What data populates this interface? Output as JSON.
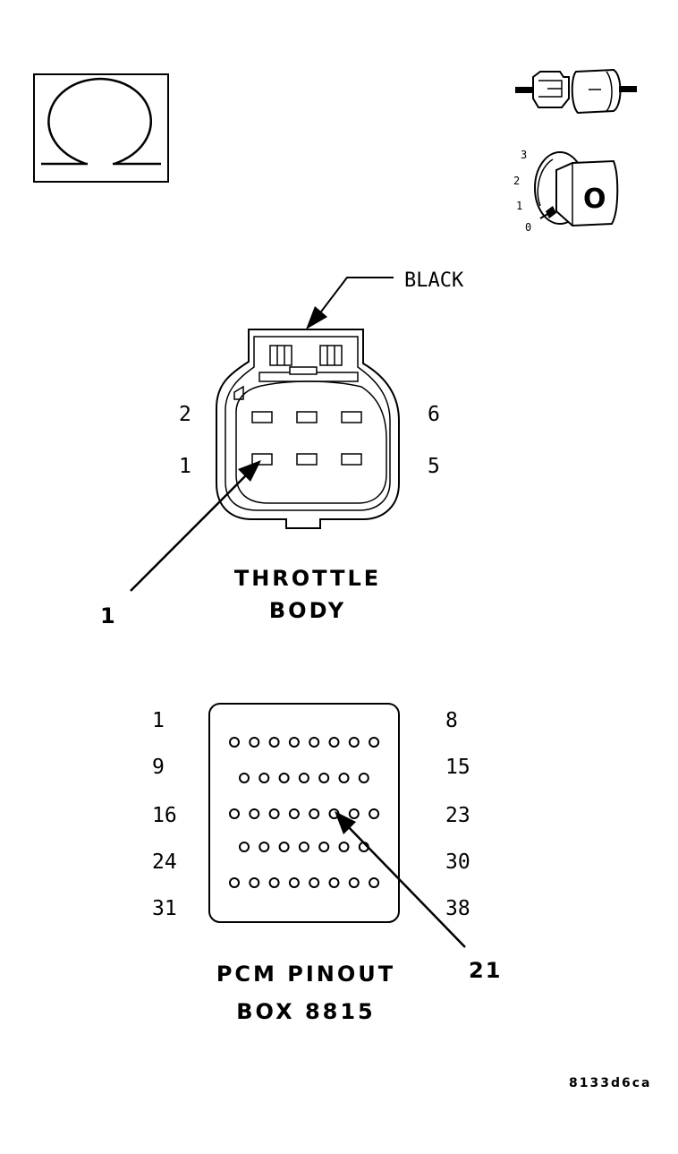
{
  "ohm_symbol": "Ω",
  "key_positions": [
    "3",
    "2",
    "1",
    "0"
  ],
  "key_label": "O",
  "throttle": {
    "color_label": "BLACK",
    "pins": {
      "top_left": "2",
      "bottom_left": "1",
      "top_right": "6",
      "bottom_right": "5"
    },
    "callout": "1",
    "title_line1": "THROTTLE",
    "title_line2": "BODY"
  },
  "pcm": {
    "left_labels": [
      "1",
      "9",
      "16",
      "24",
      "31"
    ],
    "right_labels": [
      "8",
      "15",
      "23",
      "30",
      "38"
    ],
    "callout": "21",
    "title_line1": "PCM PINOUT",
    "title_line2": "BOX 8815"
  },
  "figure_id": "8133d6ca"
}
